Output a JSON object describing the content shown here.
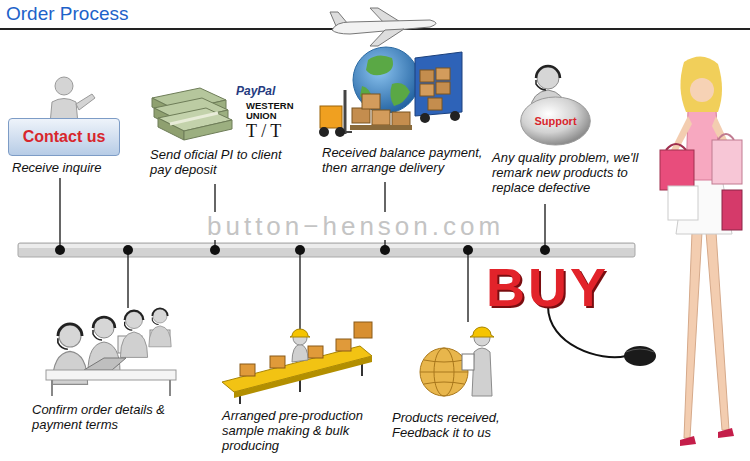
{
  "diagram": {
    "title": "Order Process",
    "nodes": [
      {
        "text": [
          "Contact us"
        ]
      },
      {
        "text": [
          "Support"
        ]
      }
    ],
    "labels": [
      "Receive inquire",
      "Send oficial PI to client pay deposit",
      "PayPal",
      "WESTERN UNION",
      "T / T",
      "Received balance payment, then arrange delivery",
      "Any quality problem, we'll remark new products to replace defective",
      "button−henson.com",
      "BUY",
      "Confirm order details & payment terms",
      "Arranged pre-production sample making & bulk producing",
      "Products received, Feedback it to us"
    ]
  }
}
